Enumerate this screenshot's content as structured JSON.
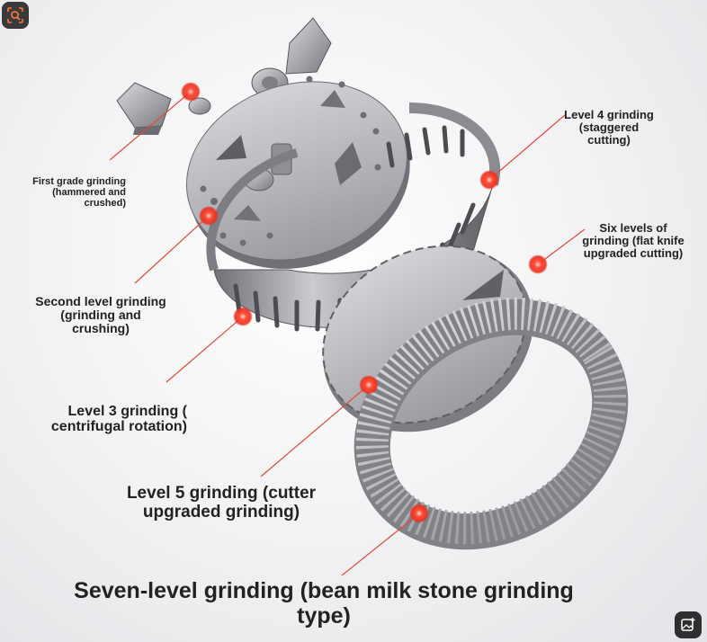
{
  "labels": {
    "first": {
      "lines": [
        "First grade grinding",
        "(hammered and",
        "crushed)"
      ]
    },
    "second": {
      "lines": [
        "Second level grinding",
        "(grinding and",
        "crushing)"
      ]
    },
    "third": {
      "lines": [
        "Level 3 grinding (",
        "centrifugal rotation)"
      ]
    },
    "fourth": {
      "lines": [
        "Level 4 grinding",
        "(staggered",
        "cutting)"
      ]
    },
    "fifth": {
      "lines": [
        "Level 5 grinding (cutter",
        "upgraded grinding)"
      ]
    },
    "sixth": {
      "lines": [
        "Six levels of",
        "grinding (flat knife",
        "upgraded cutting)"
      ]
    },
    "title": {
      "lines": [
        "Seven-level grinding (bean milk stone grinding",
        "type)"
      ]
    }
  },
  "icons": {
    "top_left": "visual-search-icon",
    "bottom_right": "image-add-icon"
  },
  "colors": {
    "marker": "#e8301f",
    "leader_line": "#e24a3a",
    "metal": "#a9abb0"
  }
}
